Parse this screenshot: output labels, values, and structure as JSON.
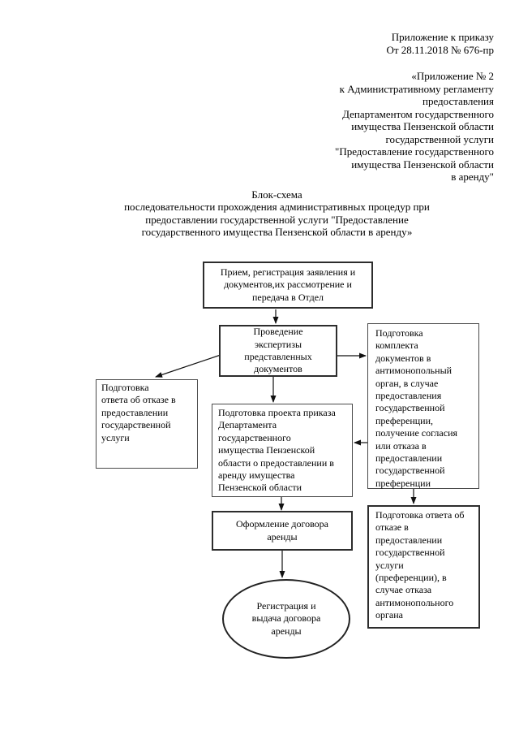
{
  "colors": {
    "page_bg": "#ffffff",
    "text": "#000000",
    "box_border": "#2d2d2d",
    "connector": "#111111"
  },
  "header": {
    "order_ref": "Приложение к приказу\nОт 28.11.2018 № 676-пр",
    "annex_ref": "«Приложение № 2\nк Административному регламенту\nпредоставления\nДепартаментом государственного\nимущества Пензенской области\nгосударственной услуги\n\"Предоставление государственного\nимущества Пензенской области\nв аренду\""
  },
  "title": "Блок-схема\nпоследовательности прохождения административных процедур при\nпредоставлении государственной услуги \"Предоставление\nгосударственного имущества Пензенской области в аренду»",
  "flowchart": {
    "nodes": {
      "reception": {
        "shape": "rect",
        "text": "Прием, регистрация заявления и\nдокументов,их рассмотрение и\nпередача в Отдел"
      },
      "expertise": {
        "shape": "rect",
        "text": "Проведение\nэкспертизы\nпредставленных\nдокументов"
      },
      "refusal_service": {
        "shape": "rect",
        "text": "Подготовка\nответа об отказе в\nпредоставлении\nгосударственной\nуслуги"
      },
      "antimonopoly": {
        "shape": "rect",
        "text": "Подготовка\nкомплекта\nдокументов в\nантимонопольный\nорган, в случае\nпредоставления\nгосударственной\nпреференции,\nполучение согласия\nили отказа в\nпредоставлении\nгосударственной\nпреференции"
      },
      "order_draft": {
        "shape": "rect",
        "text": "Подготовка проекта приказа\nДепартамента\nгосударственного\nимущества Пензенской\nобласти о предоставлении в\nаренду имущества\nПензенской области"
      },
      "contract": {
        "shape": "rect",
        "text": "Оформление договора\nаренды"
      },
      "refusal_preference": {
        "shape": "rect",
        "text": "Подготовка ответа об\nотказе в\nпредоставлении\nгосударственной\nуслуги\n(преференции), в\nслучае отказа\nантимонопольного\nоргана"
      },
      "registration": {
        "shape": "ellipse",
        "text": "Регистрация и\nвыдача договора\nаренды"
      }
    }
  }
}
